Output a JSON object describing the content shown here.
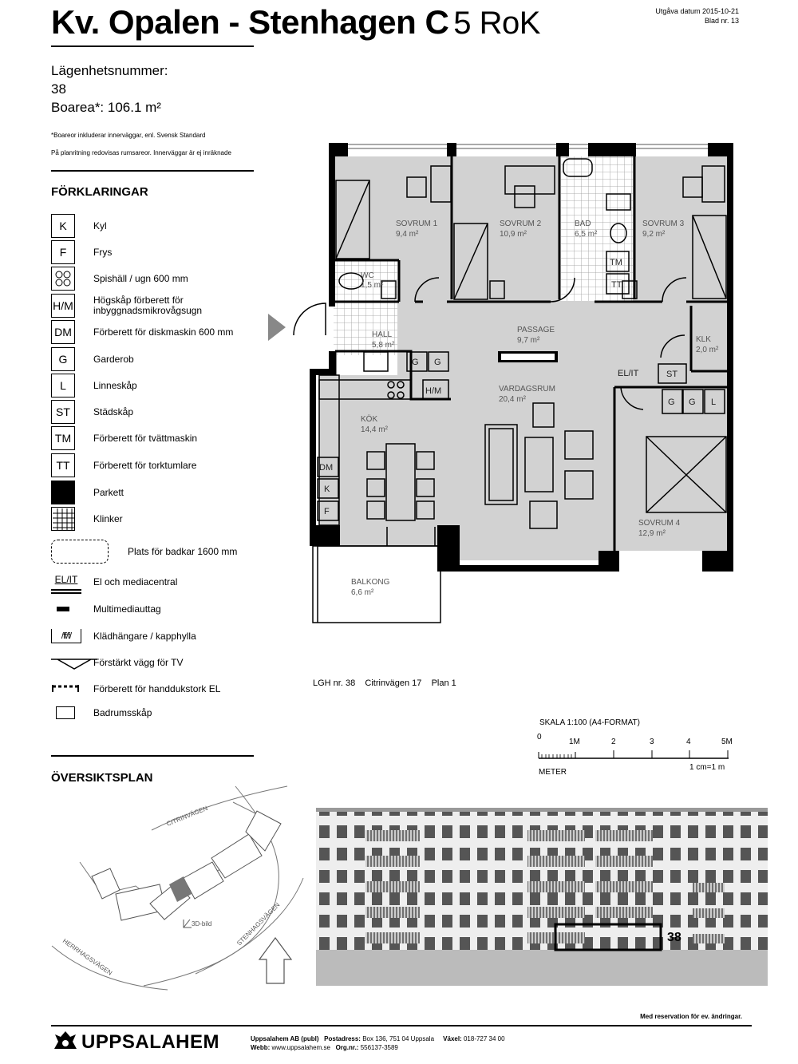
{
  "header": {
    "title": "Kv. Opalen - Stenhagen C",
    "subtitle": "5 RoK",
    "issue_date": "Utgåva datum 2015-10-21",
    "sheet": "Blad nr. 13"
  },
  "info": {
    "apt_label": "Lägenhetsnummer:",
    "apt_number": "38",
    "area": "Boarea*: 106.1 m²",
    "note1": "*Boareor inkluderar innerväggar, enl. Svensk Standard",
    "note2": "På planritning redovisas rumsareor. Innerväggar är ej inräknade"
  },
  "legend": {
    "heading": "FÖRKLARINGAR",
    "items": [
      {
        "code": "K",
        "label": "Kyl"
      },
      {
        "code": "F",
        "label": "Frys"
      },
      {
        "code": "",
        "label": "Spishäll / ugn 600 mm"
      },
      {
        "code": "H/M",
        "label": "Högskåp förberett för inbyggnadsmikrovågsugn"
      },
      {
        "code": "DM",
        "label": "Förberett för diskmaskin 600 mm"
      },
      {
        "code": "G",
        "label": "Garderob"
      },
      {
        "code": "L",
        "label": "Linneskåp"
      },
      {
        "code": "ST",
        "label": "Städskåp"
      },
      {
        "code": "TM",
        "label": "Förberett för tvättmaskin"
      },
      {
        "code": "TT",
        "label": "Förberett för torktumlare"
      },
      {
        "code": "",
        "label": "Parkett"
      },
      {
        "code": "",
        "label": "Klinker"
      },
      {
        "code": "",
        "label": "Plats för badkar 1600 mm"
      },
      {
        "code": "EL/IT",
        "label": "El och mediacentral"
      },
      {
        "code": "",
        "label": "Multimediauttag"
      },
      {
        "code": "",
        "label": "Klädhängare / kapphylla"
      },
      {
        "code": "",
        "label": "Förstärkt vägg för TV"
      },
      {
        "code": "",
        "label": "Förberett för handdukstork EL"
      },
      {
        "code": "",
        "label": "Badrumsskåp"
      }
    ]
  },
  "plan": {
    "rooms": [
      {
        "name": "SOVRUM 1",
        "area": "9,4 m²"
      },
      {
        "name": "SOVRUM 2",
        "area": "10,9 m²"
      },
      {
        "name": "BAD",
        "area": "6,5 m²"
      },
      {
        "name": "SOVRUM 3",
        "area": "9,2 m²"
      },
      {
        "name": "WC",
        "area": "1,5 m²"
      },
      {
        "name": "HALL",
        "area": "5,8 m²"
      },
      {
        "name": "PASSAGE",
        "area": "9,7 m²"
      },
      {
        "name": "KLK",
        "area": "2,0 m²"
      },
      {
        "name": "VARDAGSRUM",
        "area": "20,4 m²"
      },
      {
        "name": "KÖK",
        "area": "14,4 m²"
      },
      {
        "name": "SOVRUM 4",
        "area": "12,9 m²"
      },
      {
        "name": "BALKONG",
        "area": "6,6 m²"
      }
    ],
    "codes": {
      "tm": "TM",
      "tt": "TT",
      "hm": "H/M",
      "g": "G",
      "elit": "EL/IT",
      "st": "ST",
      "l": "L",
      "dm": "DM",
      "k": "K",
      "f": "F"
    },
    "caption": "LGH nr. 38    Citrinvägen 17    Plan 1"
  },
  "scale": {
    "title": "SKALA 1:100 (A4-FORMAT)",
    "ticks": [
      "0",
      "1M",
      "2",
      "3",
      "4",
      "5M"
    ],
    "unit": "METER",
    "ratio": "1 cm=1 m"
  },
  "overview": {
    "heading": "ÖVERSIKTSPLAN",
    "streets": [
      "CITRINVÄGEN",
      "STENHAGSVÄGEN",
      "HERRHAGSVÄGEN"
    ],
    "view_label": "3D-bild"
  },
  "facade": {
    "marker": "38"
  },
  "footer": {
    "reservation": "Med reservation för ev. ändringar.",
    "brand": "UPPSALAHEM",
    "company": "Uppsalahem AB (publ)",
    "postal_label": "Postadress:",
    "postal": "Box 136, 751 04 Uppsala",
    "phone_label": "Växel:",
    "phone": "018-727 34 00",
    "web_label": "Webb:",
    "web": "www.uppsalahem.se",
    "org_label": "Org.nr.:",
    "org": "556137-3589"
  }
}
